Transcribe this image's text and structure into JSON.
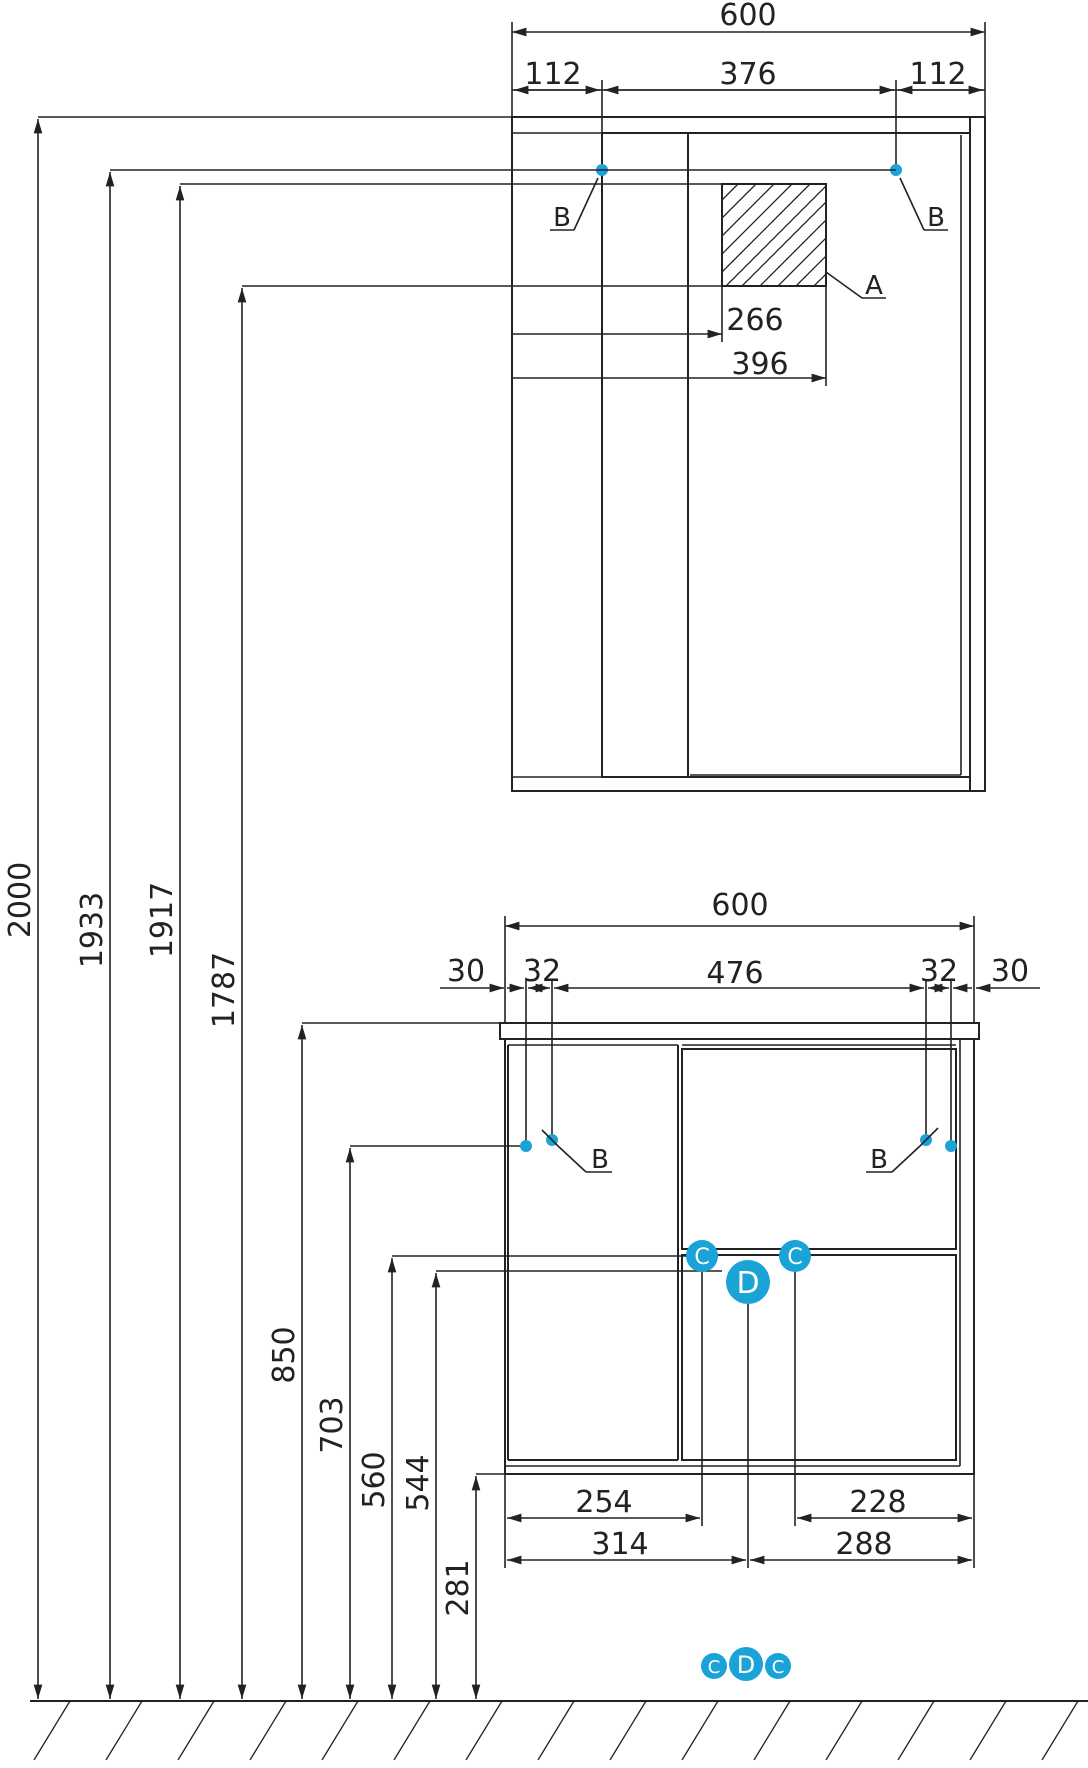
{
  "accent_color": "#1aa3d6",
  "mirror": {
    "width": "600",
    "left_offset": "112",
    "holes_span": "376",
    "right_offset": "112",
    "socket_from_left": "266",
    "socket_right_edge": "396",
    "label_socket": "A",
    "label_hole_left": "B",
    "label_hole_right": "B"
  },
  "heights": {
    "mirror_top": "2000",
    "mirror_holes": "1933",
    "mirror_socket_top": "1917",
    "mirror_socket_bottom": "1787",
    "cabinet_top": "850",
    "cabinet_holes": "703",
    "water_inlet": "560",
    "drain_upper": "544",
    "drain_lower": "281"
  },
  "cabinet": {
    "width": "600",
    "left_edge": "30",
    "left_hole_spacing": "32",
    "holes_span": "476",
    "right_hole_spacing": "32",
    "right_edge": "30",
    "inlet_left": "254",
    "drain_left": "314",
    "inlet_right": "228",
    "drain_right": "288",
    "label_hole_left": "B",
    "label_hole_right": "B",
    "label_inlet": "C",
    "label_drain": "D"
  },
  "legend": {
    "c": "C",
    "d": "D"
  }
}
